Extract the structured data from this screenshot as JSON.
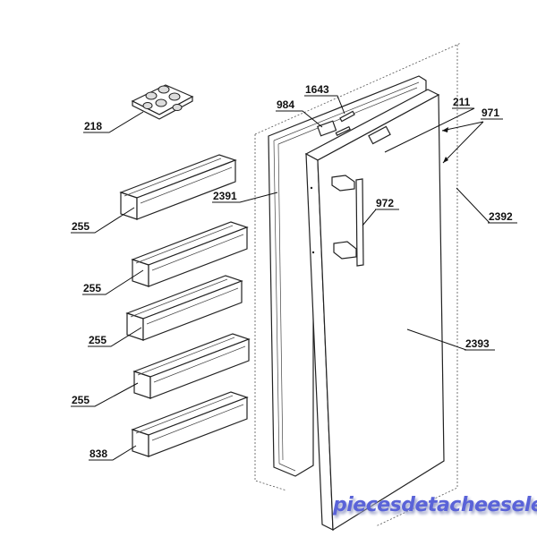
{
  "labels": {
    "l218": "218",
    "l255a": "255",
    "l255b": "255",
    "l255c": "255",
    "l255d": "255",
    "l838": "838",
    "l984": "984",
    "l1643": "1643",
    "l211": "211",
    "l971": "971",
    "l2391": "2391",
    "l972": "972",
    "l2392": "2392",
    "l2393": "2393"
  },
  "watermark": "piecesdetacheeselec.com"
}
